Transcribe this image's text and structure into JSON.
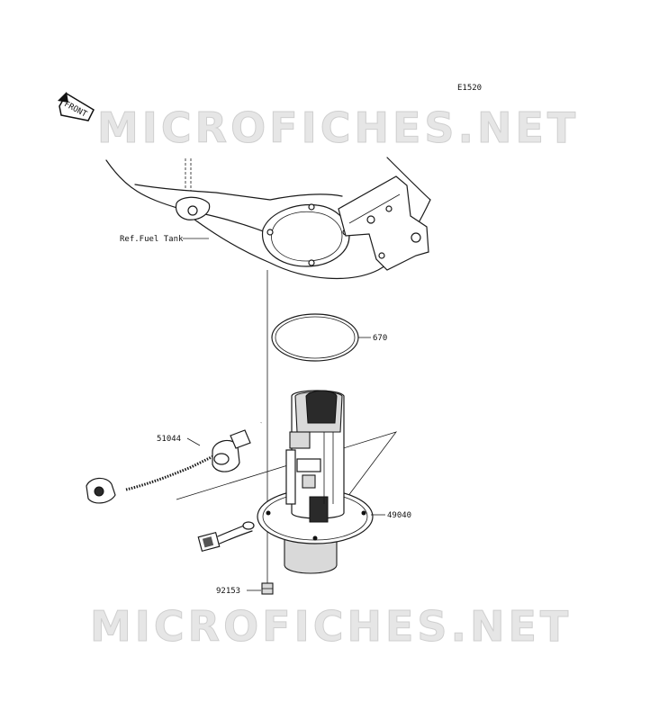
{
  "diagram_code": "E1520",
  "watermark": "MICROFICHES.NET",
  "front_arrow_label": "FRONT",
  "callouts": {
    "ref_fuel_tank": "Ref.Fuel Tank",
    "gasket": "670",
    "hose": "51044",
    "pump": "49040",
    "bolt": "92153"
  }
}
